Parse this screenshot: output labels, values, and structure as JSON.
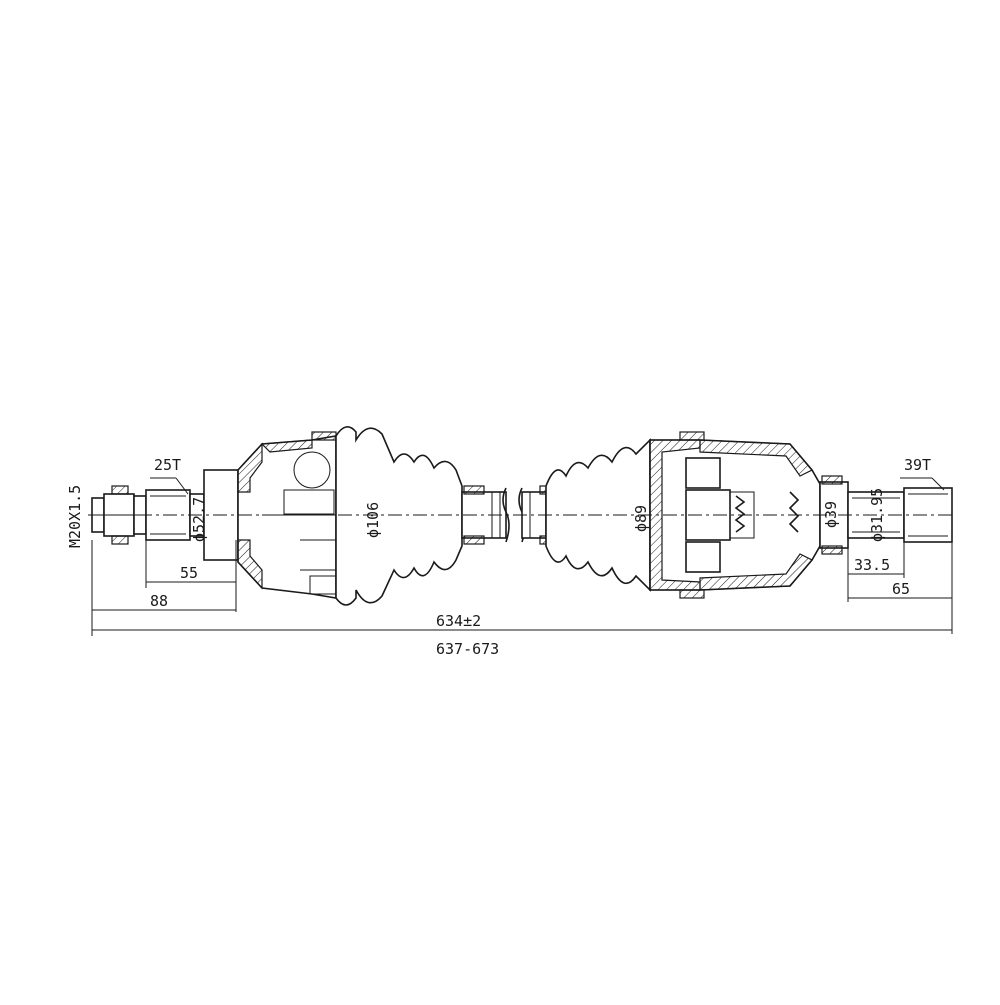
{
  "drawing": {
    "left_thread": "M20X1.5",
    "left_spline": "25T",
    "right_spline": "39T",
    "diameters": {
      "left_seat": "ϕ52.7",
      "outer_joint": "ϕ106",
      "inner_joint": "ϕ89",
      "right_seat": "ϕ39",
      "right_stub": "ϕ31.95"
    },
    "dimensions": {
      "left_55": "55",
      "left_88": "88",
      "right_33_5": "33.5",
      "right_65": "65",
      "overall": "634±2",
      "range": "637-673"
    }
  }
}
